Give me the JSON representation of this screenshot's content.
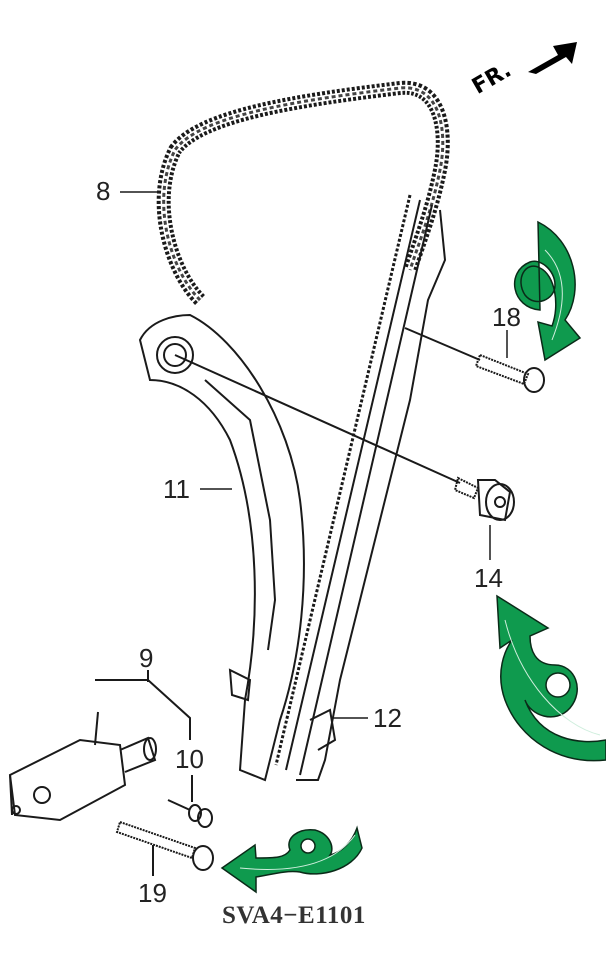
{
  "diagram": {
    "title_code": "SVA4−E1101",
    "direction_indicator": {
      "label": "FR.",
      "icon": "arrow-up-right-icon"
    },
    "callouts": [
      {
        "number": "8",
        "part": "timing-chain"
      },
      {
        "number": "11",
        "part": "tensioner-arm"
      },
      {
        "number": "12",
        "part": "chain-guide"
      },
      {
        "number": "14",
        "part": "pivot-bolt"
      },
      {
        "number": "18",
        "part": "guide-bolt"
      },
      {
        "number": "9",
        "part": "auto-tensioner-assembly"
      },
      {
        "number": "10",
        "part": "tensioner-pin"
      },
      {
        "number": "19",
        "part": "tensioner-bolt"
      }
    ],
    "annotations": [
      {
        "type": "curved-arrow",
        "near": "18",
        "direction": "down-clockwise"
      },
      {
        "type": "curved-arrow",
        "near": "14",
        "direction": "up-counterclockwise"
      },
      {
        "type": "curved-arrow",
        "near": "19",
        "direction": "left"
      }
    ],
    "colors": {
      "arrow_fill": "#0f9a4e",
      "arrow_stroke": "#0a2a18",
      "arrow_highlight": "#cfeedd",
      "line": "#1a1a1a"
    }
  }
}
